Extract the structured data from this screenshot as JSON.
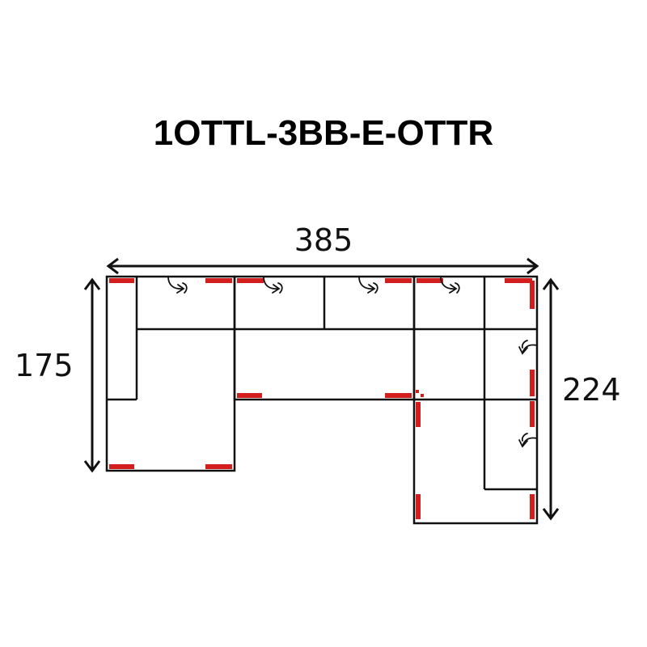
{
  "title": "1OTTL-3BB-E-OTTR",
  "dimensions": {
    "width": "385",
    "left_depth": "175",
    "right_depth": "224"
  },
  "colors": {
    "outline": "#111111",
    "marker": "#d41d1d",
    "background": "#ffffff"
  }
}
